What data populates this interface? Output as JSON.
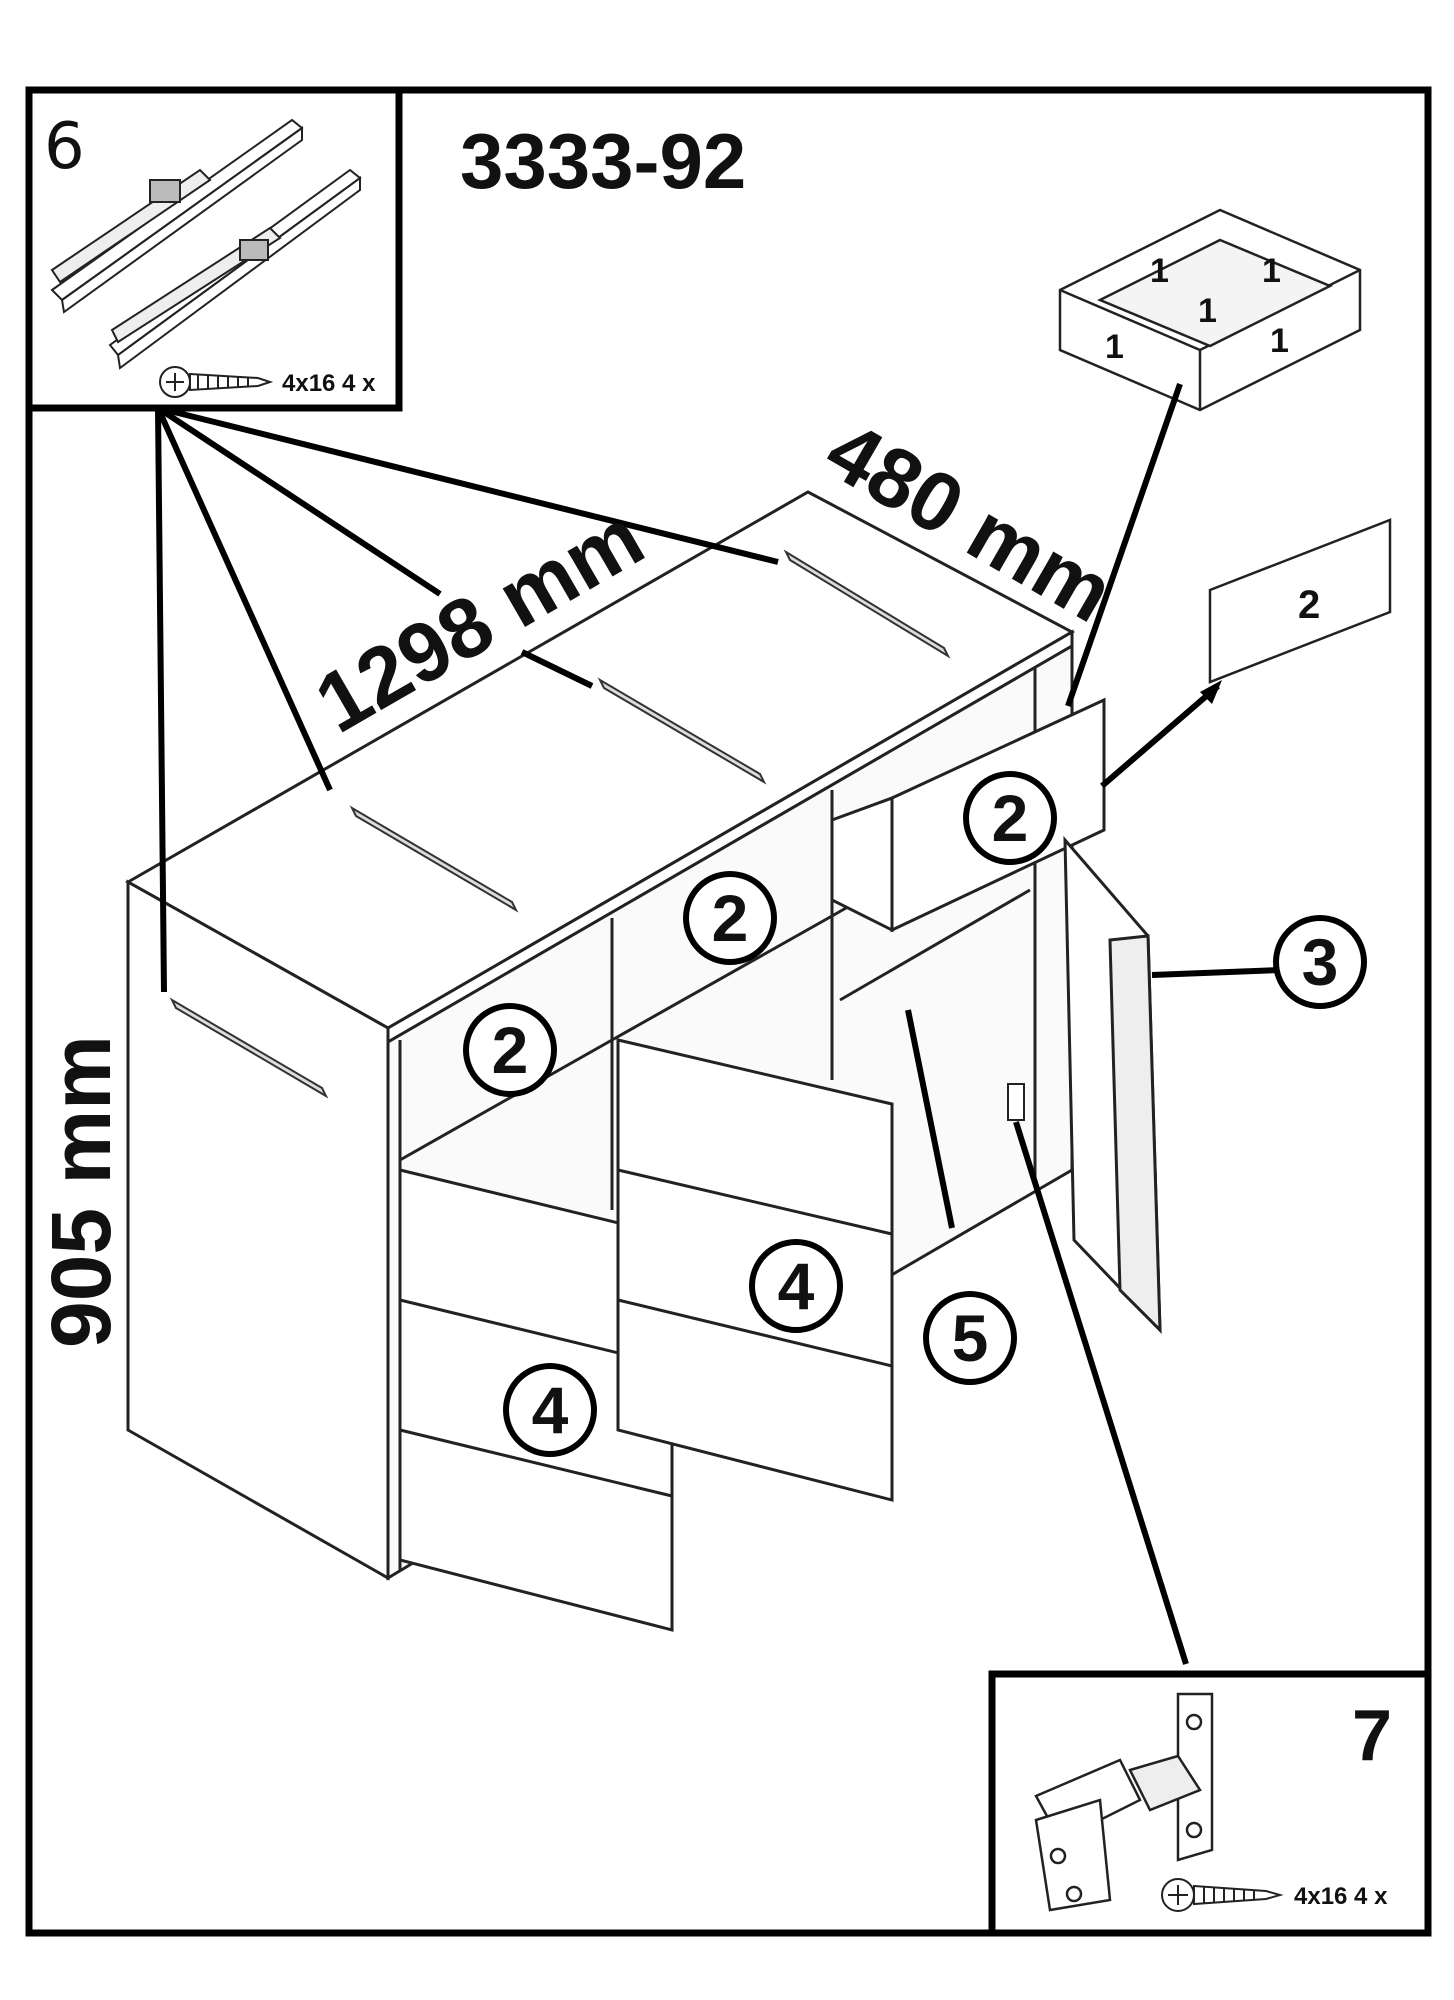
{
  "model_number": "3333-92",
  "dimensions": {
    "width": "1298 mm",
    "depth": "480 mm",
    "height": "905 mm"
  },
  "inset_drawer_runner": {
    "number": "6",
    "screw_spec": "4x16 4 x"
  },
  "inset_hinge": {
    "number": "7",
    "screw_spec": "4x16 4 x"
  },
  "drawer_box_labels": [
    "1",
    "1",
    "1",
    "1",
    "1"
  ],
  "drawer_front_label": "2",
  "part_callouts": {
    "drawer_left": "2",
    "drawer_middle": "2",
    "drawer_right": "2",
    "right_door": "3",
    "left_door_a": "4",
    "left_door_b": "4",
    "shelf": "5"
  }
}
